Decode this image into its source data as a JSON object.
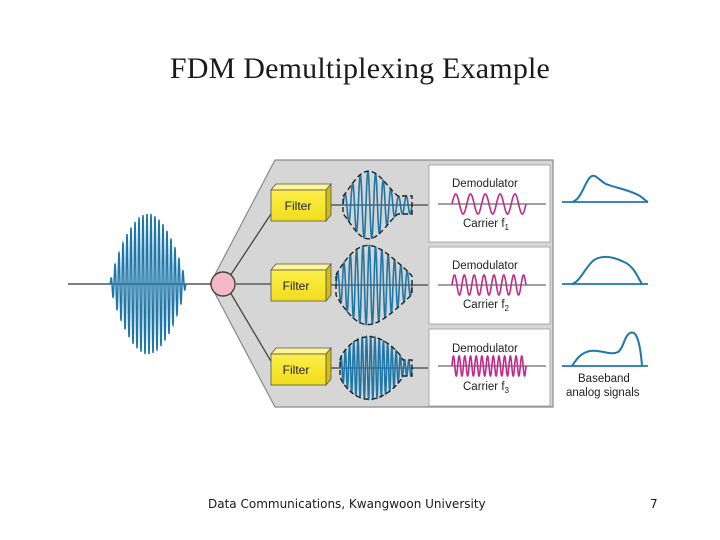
{
  "slide": {
    "title": "FDM Demultiplexing Example",
    "footer": "Data Communications, Kwangwoon University",
    "page_number": "7"
  },
  "diagram": {
    "channels": [
      {
        "filter_label": "Filter",
        "demodulator_label": "Demodulator",
        "carrier_label": "Carrier f",
        "carrier_subscript": "1",
        "carrier_color": "#c2298a"
      },
      {
        "filter_label": "Filter",
        "demodulator_label": "Demodulator",
        "carrier_label": "Carrier f",
        "carrier_subscript": "2",
        "carrier_color": "#c2298a"
      },
      {
        "filter_label": "Filter",
        "demodulator_label": "Demodulator",
        "carrier_label": "Carrier f",
        "carrier_subscript": "3",
        "carrier_color": "#c2298a"
      }
    ],
    "output_caption_line1": "Baseband",
    "output_caption_line2": "analog signals",
    "colors": {
      "signal": "#1f77a8",
      "carrier": "#c2298a",
      "filter_box": "#f7e52b",
      "panel": "#d6d6d6",
      "splitter": "#f4b8c8"
    }
  }
}
